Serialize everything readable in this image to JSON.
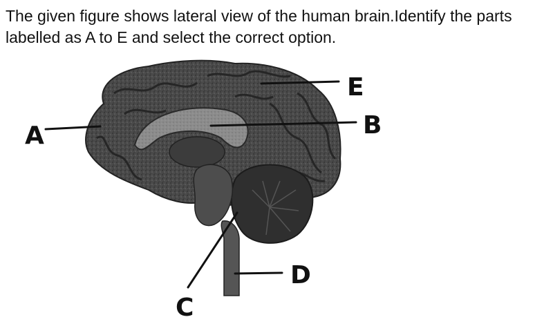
{
  "question": {
    "text": "The given figure shows lateral view of the human brain.Identify the parts labelled as A to E and select the correct option."
  },
  "figure": {
    "labels": {
      "a": "A",
      "b": "B",
      "c": "C",
      "d": "D",
      "e": "E"
    },
    "colors": {
      "brain_dark": "#3a3a3a",
      "brain_mid": "#5c5c5c",
      "brain_light": "#8a8a8a",
      "line": "#111111"
    }
  }
}
